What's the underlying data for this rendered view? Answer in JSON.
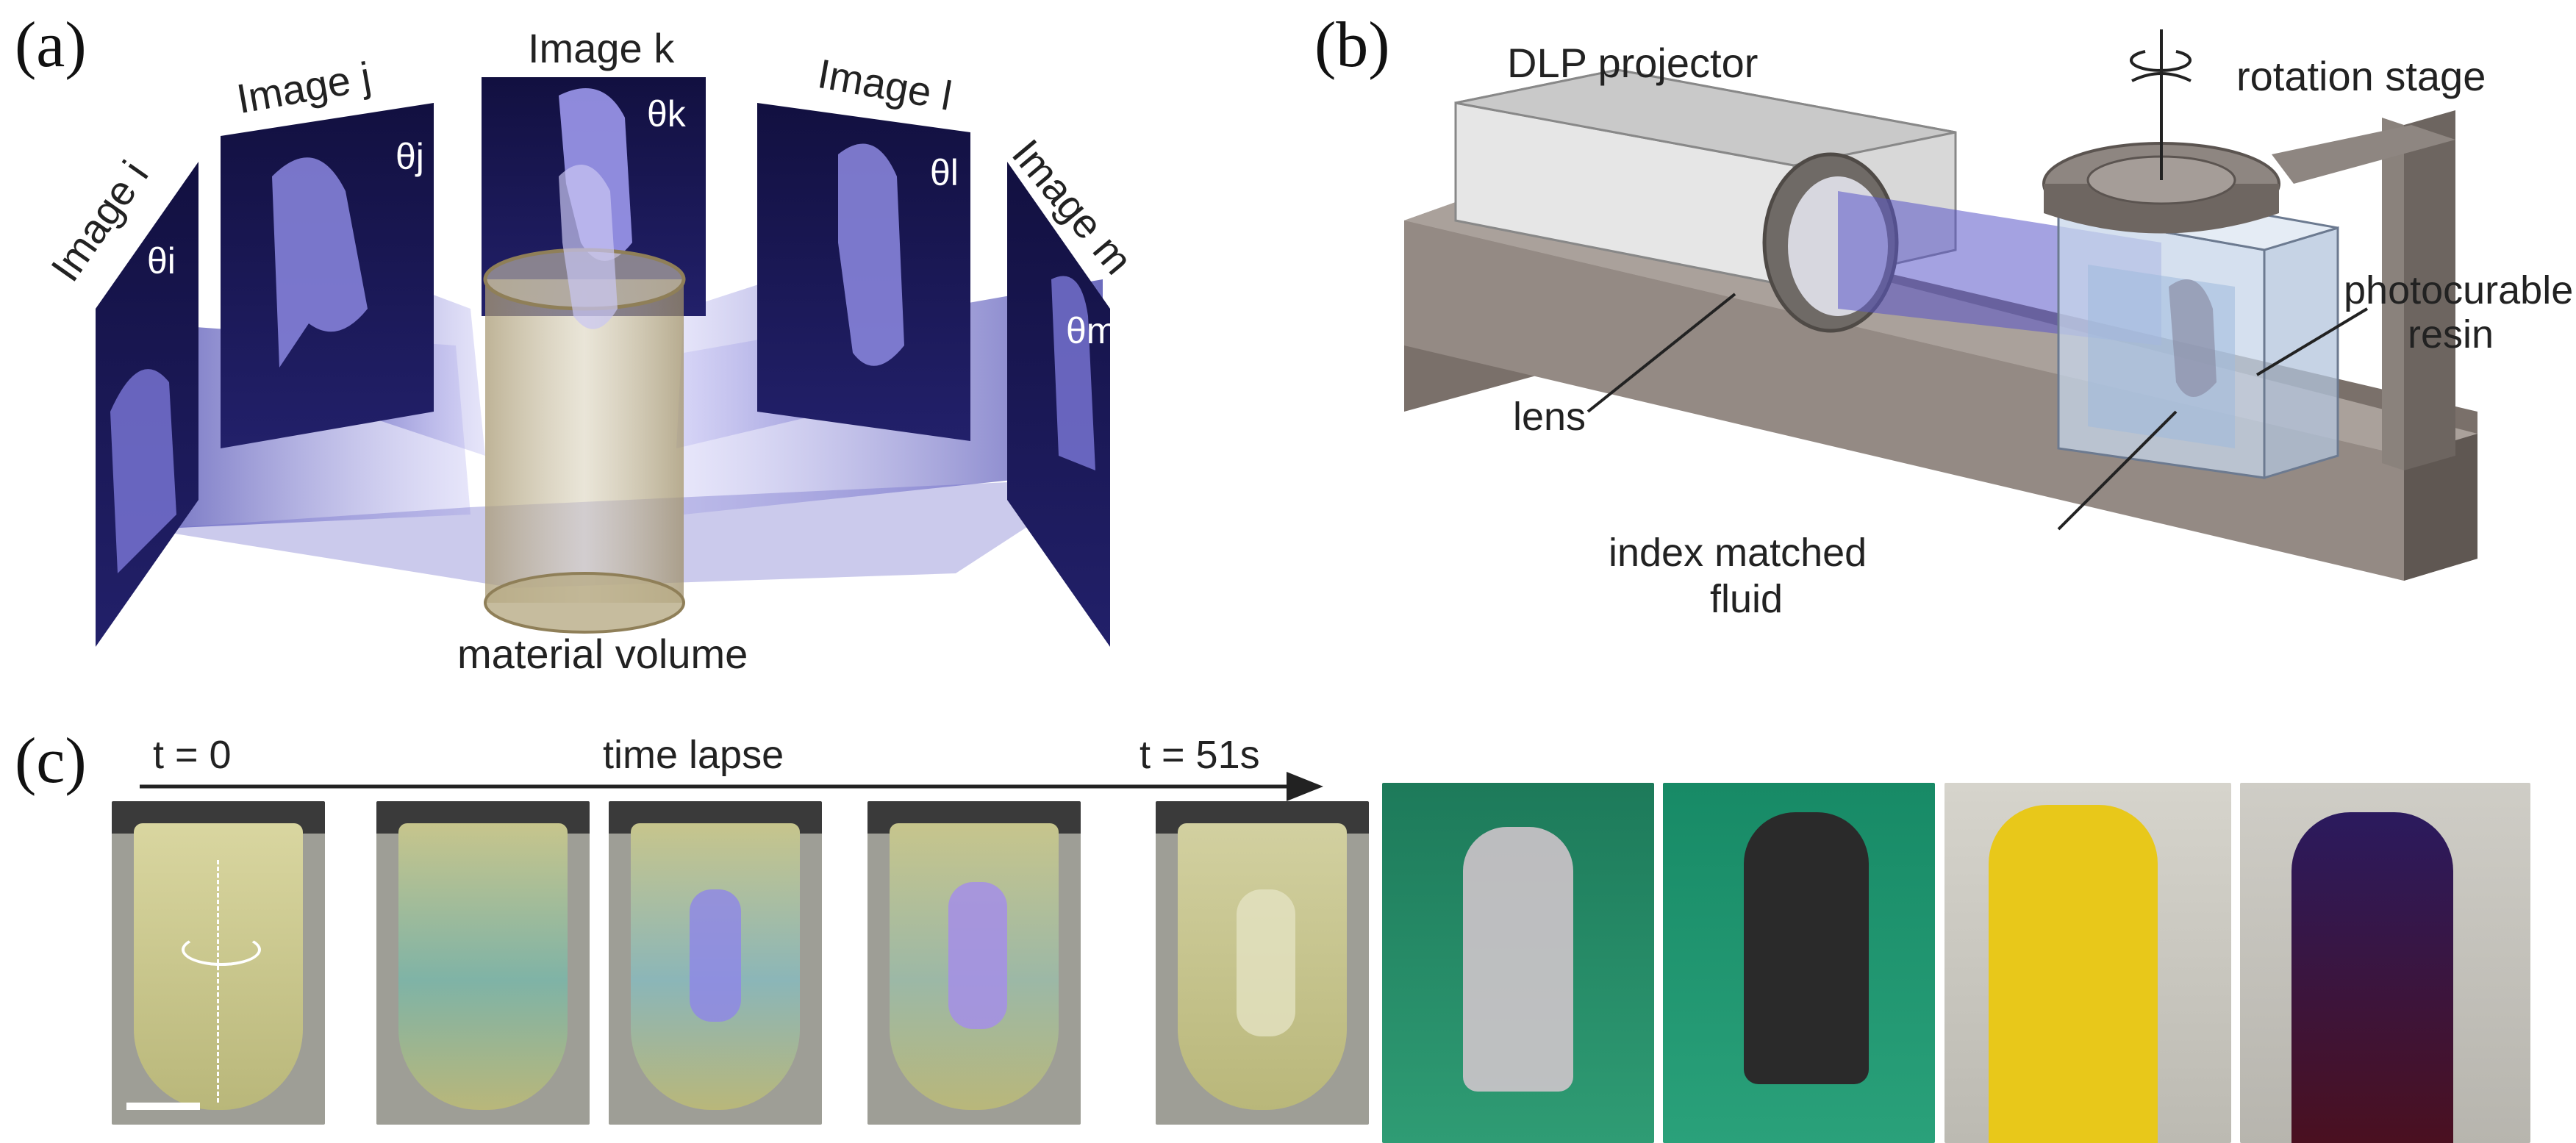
{
  "panel_a": {
    "letter": "(a)",
    "images": [
      {
        "title": "Image i",
        "angle": "θi"
      },
      {
        "title": "Image j",
        "angle": "θj"
      },
      {
        "title": "Image k",
        "angle": "θk"
      },
      {
        "title": "Image l",
        "angle": "θl"
      },
      {
        "title": "Image m",
        "angle": "θm"
      }
    ],
    "volume_label": "material volume"
  },
  "panel_b": {
    "letter": "(b)",
    "labels": {
      "projector": "DLP projector",
      "rotation": "rotation stage",
      "resin_line1": "photocurable",
      "resin_line2": "resin",
      "lens": "lens",
      "fluid_line1": "index matched",
      "fluid_line2": "fluid"
    }
  },
  "panel_c": {
    "letter": "(c)",
    "start_label": "t = 0",
    "middle_label": "time lapse",
    "end_label": "t = 51s",
    "colors": {
      "resin": "#c9c77a",
      "print_glow": "#8f86e8",
      "mat_green": "#1f8f6a",
      "yellow_print": "#e8c81a",
      "dark_print": "#2b1a5e"
    }
  }
}
